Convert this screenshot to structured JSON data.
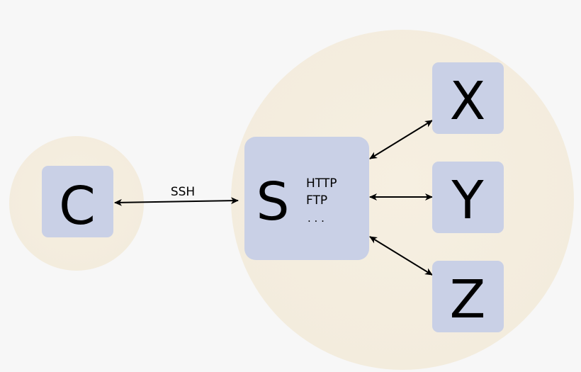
{
  "colors": {
    "background": "#f7f7f7",
    "zone": "#f5eedf",
    "node_fill": "#c9d0e6",
    "node_stroke": "#c9d0e6",
    "arrow": "#000000"
  },
  "nodes": {
    "client": {
      "label": "C"
    },
    "server": {
      "label": "S",
      "protocols": [
        "HTTP",
        "FTP",
        ". . ."
      ]
    },
    "target_x": {
      "label": "X"
    },
    "target_y": {
      "label": "Y"
    },
    "target_z": {
      "label": "Z"
    }
  },
  "edges": {
    "client_server": {
      "label": "SSH"
    }
  }
}
